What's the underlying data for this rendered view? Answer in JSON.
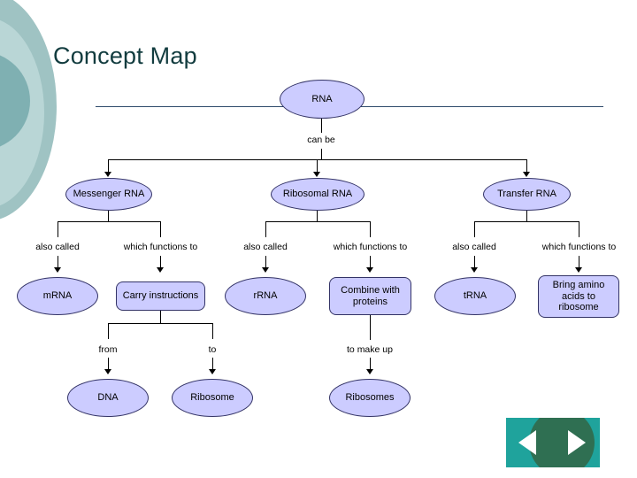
{
  "page": {
    "title": "Concept Map"
  },
  "nodes": {
    "rna": "RNA",
    "messenger_rna": "Messenger RNA",
    "ribosomal_rna": "Ribosomal RNA",
    "transfer_rna": "Transfer RNA",
    "mrna": "mRNA",
    "carry_instructions": "Carry instructions",
    "rrna": "rRNA",
    "combine_with_proteins": "Combine with proteins",
    "trna": "tRNA",
    "bring_amino_acids": "Bring amino acids to ribosome",
    "dna": "DNA",
    "ribosome": "Ribosome",
    "ribosomes": "Ribosomes"
  },
  "connector_labels": {
    "can_be": "can be",
    "also_called_1": "also called",
    "which_functions_to_1": "which functions to",
    "also_called_2": "also called",
    "which_functions_to_2": "which functions to",
    "also_called_3": "also called",
    "which_functions_to_3": "which functions to",
    "from": "from",
    "to": "to",
    "to_make_up": "to make up"
  },
  "nav": {
    "previous": "previous-arrow",
    "next": "next-arrow"
  },
  "colors": {
    "node_fill": "#ccccff",
    "node_border": "#333366",
    "title": "#123c3f",
    "rule": "#2e4a6b",
    "deco_teal": "#9fc3c3",
    "nav_bg": "#1fa39c",
    "nav_circle": "#2f6f52"
  }
}
